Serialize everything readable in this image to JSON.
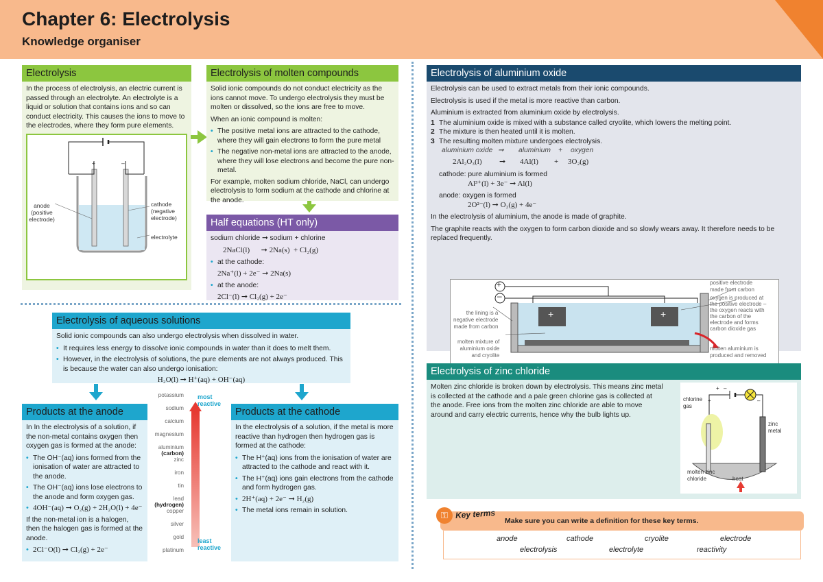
{
  "header": {
    "title": "Chapter 6: Electrolysis",
    "subtitle": "Knowledge organiser"
  },
  "electrolysis": {
    "heading": "Electrolysis",
    "text": "In the process of electrolysis, an electric current is passed through an electrolyte. An electrolyte is a liquid or solution that contains ions and so can conduct electricity. This causes the ions to move to the electrodes, where they form pure elements.",
    "diagram": {
      "anode": "anode\n(positive\nelectrode)",
      "cathode": "cathode\n(negative\nelectrode)",
      "electrolyte": "electrolyte",
      "plus": "+",
      "minus": "–"
    }
  },
  "molten": {
    "heading": "Electrolysis of molten compounds",
    "p1": "Solid ionic compounds do not conduct electricity as the ions cannot move. To undergo electrolysis they must be molten or dissolved, so the ions are free to move.",
    "p2": "When an ionic compound is molten:",
    "b1": "The positive metal ions are attracted to the cathode, where they will gain electrons to form the pure metal",
    "b2": "The negative non-metal ions are attracted to the anode, where they will lose electrons and become the pure non-metal.",
    "p3": "For example, molten sodium chloride, NaCl, can undergo electrolysis to form sodium at the cathode and chlorine at the anode."
  },
  "half": {
    "heading": "Half equations (HT only)",
    "l1": "sodium chloride ➞ sodium + chlorine",
    "eq1": "2NaCl(l)      ➞ 2Na(s)  + Cl₂(g)",
    "l2": "at the cathode:",
    "eq2": "2Na⁺(l) + 2e⁻ ➞ 2Na(s)",
    "l3": "at the anode:",
    "eq3": "2Cl⁻(l) ➞ Cl₂(g) + 2e⁻"
  },
  "aluminium": {
    "heading": "Electrolysis of aluminium oxide",
    "p1": "Electrolysis can be used to extract metals from their ionic compounds.",
    "p2": "Electrolysis is used if the metal is more reactive than carbon.",
    "p3": "Aluminium is extracted from aluminium oxide by electrolysis.",
    "s1": "The aluminium oxide is mixed with a substance called cryolite, which lowers the melting point.",
    "s2": "The mixture is then heated until it is molten.",
    "s3": "The resulting molten mixture undergoes electrolysis.",
    "n1": "1",
    "n2": "2",
    "n3": "3",
    "w1": "aluminium oxide",
    "w2": "➞",
    "w3": "aluminium",
    "w4": "+",
    "w5": "oxygen",
    "e1": "2Al₂O₃(l)",
    "e2": "➞",
    "e3": "4Al(l)",
    "e4": "+",
    "e5": "3O₂(g)",
    "cat": "cathode: pure aluminium is formed",
    "cateq": "Al³⁺(l) + 3e⁻ ➞ Al(l)",
    "an": "anode: oxygen is formed",
    "aneq": "2O²⁻(l) ➞ O₂(g) + 4e⁻",
    "p4": "In the electrolysis of aluminium, the anode is made of graphite.",
    "p5": "The graphite reacts with the oxygen to form carbon dioxide and so slowly wears away. It therefore needs to be replaced frequently.",
    "d_lining": "the lining is a\nnegative electrode\nmade from carbon",
    "d_mix": "molten mixture of\naluminium oxide\nand cryolite",
    "d_pos": "positive electrode\nmade from carbon",
    "d_oxy": "oxygen is produced at\nthe positive electrode –\nthe oxygen reacts with\nthe carbon of the\nelectrode and forms\ncarbon dioxide gas",
    "d_al": "molten aluminium is\nproduced and removed",
    "d_plus": "+",
    "d_minus": "–"
  },
  "aqueous": {
    "heading": "Electrolysis of aqueous solutions",
    "p1": "Solid ionic compounds can also undergo electrolysis when dissolved in water.",
    "b1": "It requires less energy to dissolve ionic compounds in water than it does to melt them.",
    "b2": "However, in the electrolysis of solutions, the pure elements are not always produced. This is because the water can also undergo ionisation:",
    "eq": "H₂O(l) ➞ H⁺(aq) + OH⁻(aq)"
  },
  "anodeprod": {
    "heading": "Products at the anode",
    "p1": "In In the electrolysis of a solution, if the non-metal contains oxygen then oxygen gas is formed at the anode:",
    "b1": "The OH⁻(aq) ions formed from the ionisation of water are attracted to the anode.",
    "b2": "The OH⁻(aq) ions lose electrons to the anode and form oxygen gas.",
    "b3": "4OH⁻(aq) ➞ O₂(g) + 2H₂O(l) + 4e⁻",
    "p2": "If the non-metal ion is a halogen, then the halogen gas is formed at the anode.",
    "b4": "2Cl⁻O(l) ➞ Cl₂(g) + 2e⁻"
  },
  "reactivity": {
    "items": [
      "potassium",
      "sodium",
      "calcium",
      "magnesium",
      "aluminium",
      "(carbon)",
      "zinc",
      "iron",
      "tin",
      "lead",
      "(hydrogen)",
      "copper",
      "silver",
      "gold",
      "platinum"
    ],
    "most": "most\nreactive",
    "least": "least\nreactive"
  },
  "cathodeprod": {
    "heading": "Products at the cathode",
    "p1": "In the electrolysis of a solution, if the metal is more reactive than hydrogen then hydrogen gas is formed at the cathode:",
    "b1": "The H⁺(aq) ions from the ionisation of water are attracted to the cathode and react with it.",
    "b2": "The H⁺(aq) ions gain electrons from the cathode and form hydrogen gas.",
    "b3": "2H⁺(aq) + 2e⁻ ➞ H₂(g)",
    "b4": "The metal ions remain in solution."
  },
  "zinc": {
    "heading": "Electrolysis of zinc chloride",
    "p1": "Molten zinc chloride is broken down by electrolysis. This means zinc metal is collected at the cathode and a pale green chlorine gas is collected at the anode. Free ions from the molten zinc chloride are able to move around and carry electric currents, hence why the bulb lights up.",
    "d_chlorine": "chlorine\ngas",
    "d_zinc": "zinc\nmetal",
    "d_molten": "molten zinc\nchloride",
    "d_heat": "heat",
    "d_plus": "+",
    "d_minus": "–"
  },
  "keyterms": {
    "badge": "Key terms",
    "instruction": "Make sure you can write a definition for these key terms.",
    "row1": [
      "anode",
      "cathode",
      "cryolite",
      "electrode"
    ],
    "row2": [
      "electrolysis",
      "electrolyte",
      "reactivity"
    ]
  },
  "colors": {
    "green": "#8cc63f",
    "navy": "#1a4a6e",
    "purple": "#7b59a6",
    "blue": "#1ea6cd",
    "teal": "#1a8c7e",
    "orange": "#f0822f"
  }
}
